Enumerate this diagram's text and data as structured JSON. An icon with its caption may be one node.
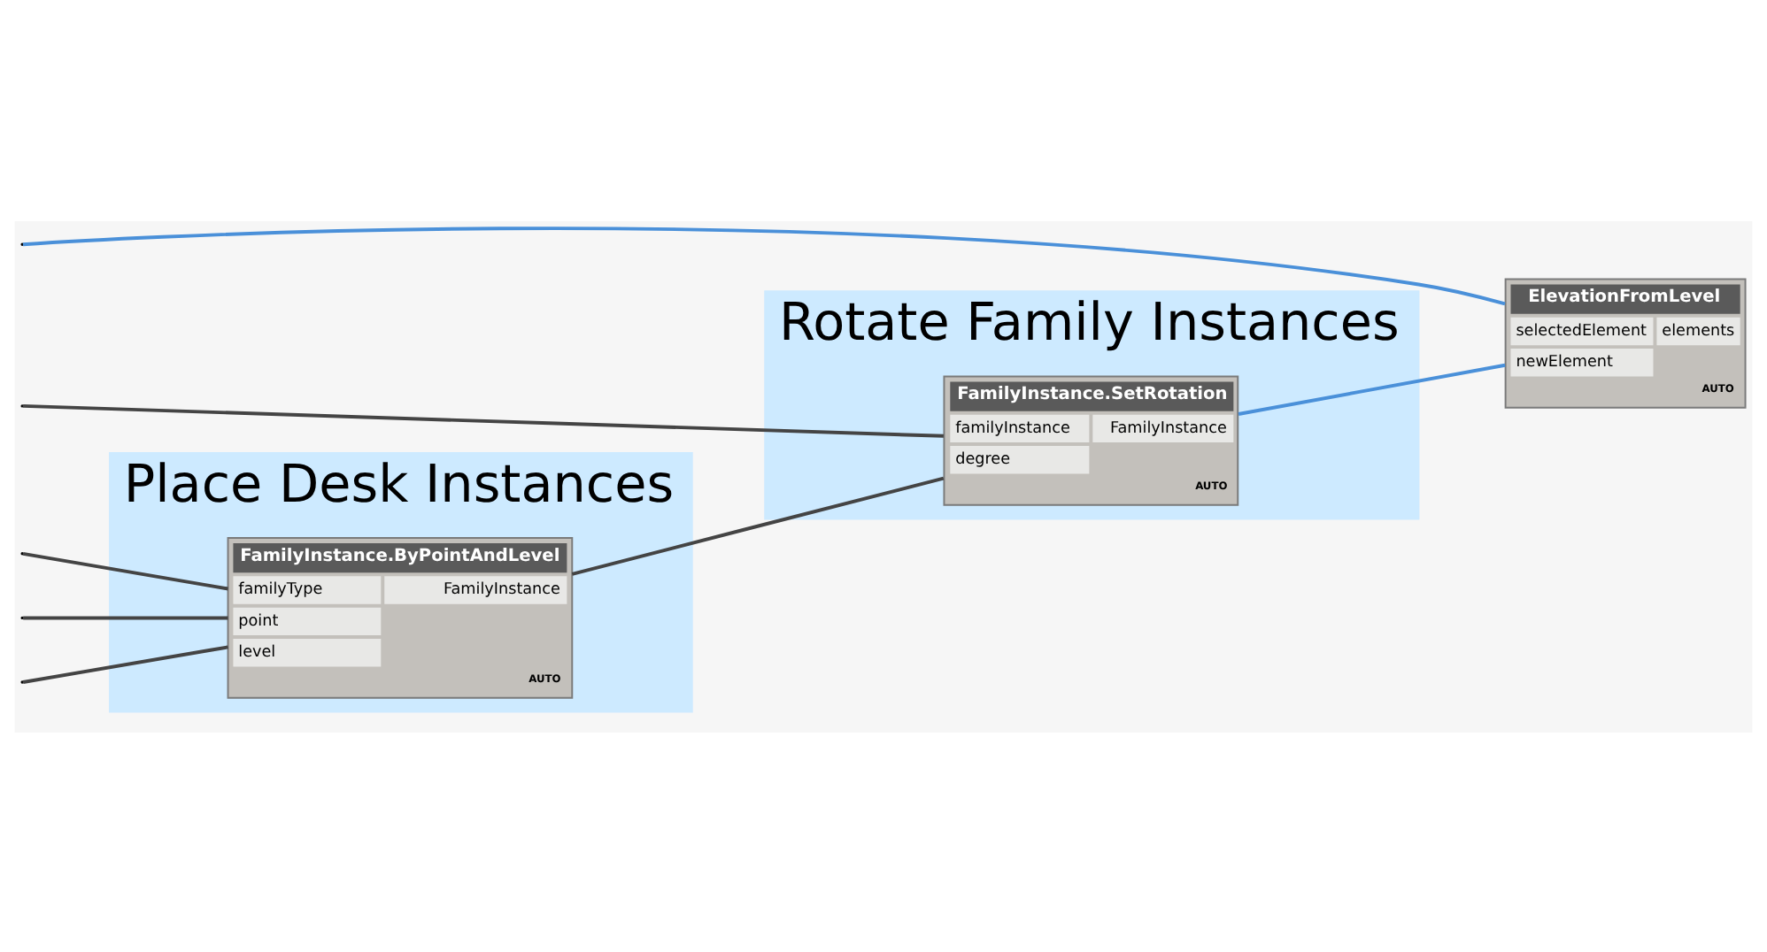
{
  "diagram": {
    "nodes": [
      {
        "text": [
          "Place Desk Instances"
        ]
      },
      {
        "text": [
          "FamilyInstance.ByPointAndLevel",
          "familyType",
          "point",
          "level",
          "FamilyInstance",
          "AUTO"
        ],
        "in": 0
      },
      {
        "text": [
          "Rotate Family Instances"
        ]
      },
      {
        "text": [
          "FamilyInstance.SetRotation",
          "familyInstance",
          "degree",
          "FamilyInstance",
          "AUTO"
        ],
        "in": 2
      },
      {
        "text": [
          "ElevationFromLevel",
          "selectedElement",
          "newElement",
          "elements",
          "AUTO"
        ]
      }
    ],
    "edges": [
      {
        "from": null,
        "to": 4,
        "arrow": "none",
        "color": "#4a90d9"
      },
      {
        "from": null,
        "to": 1,
        "arrow": "none"
      },
      {
        "from": null,
        "to": 1,
        "arrow": "none"
      },
      {
        "from": null,
        "to": 1,
        "arrow": "none"
      },
      {
        "from": 1,
        "to": 3,
        "arrow": "none"
      },
      {
        "from": null,
        "to": 3,
        "arrow": "none"
      },
      {
        "from": 3,
        "to": 4,
        "arrow": "none",
        "color": "#4a90d9"
      }
    ]
  }
}
